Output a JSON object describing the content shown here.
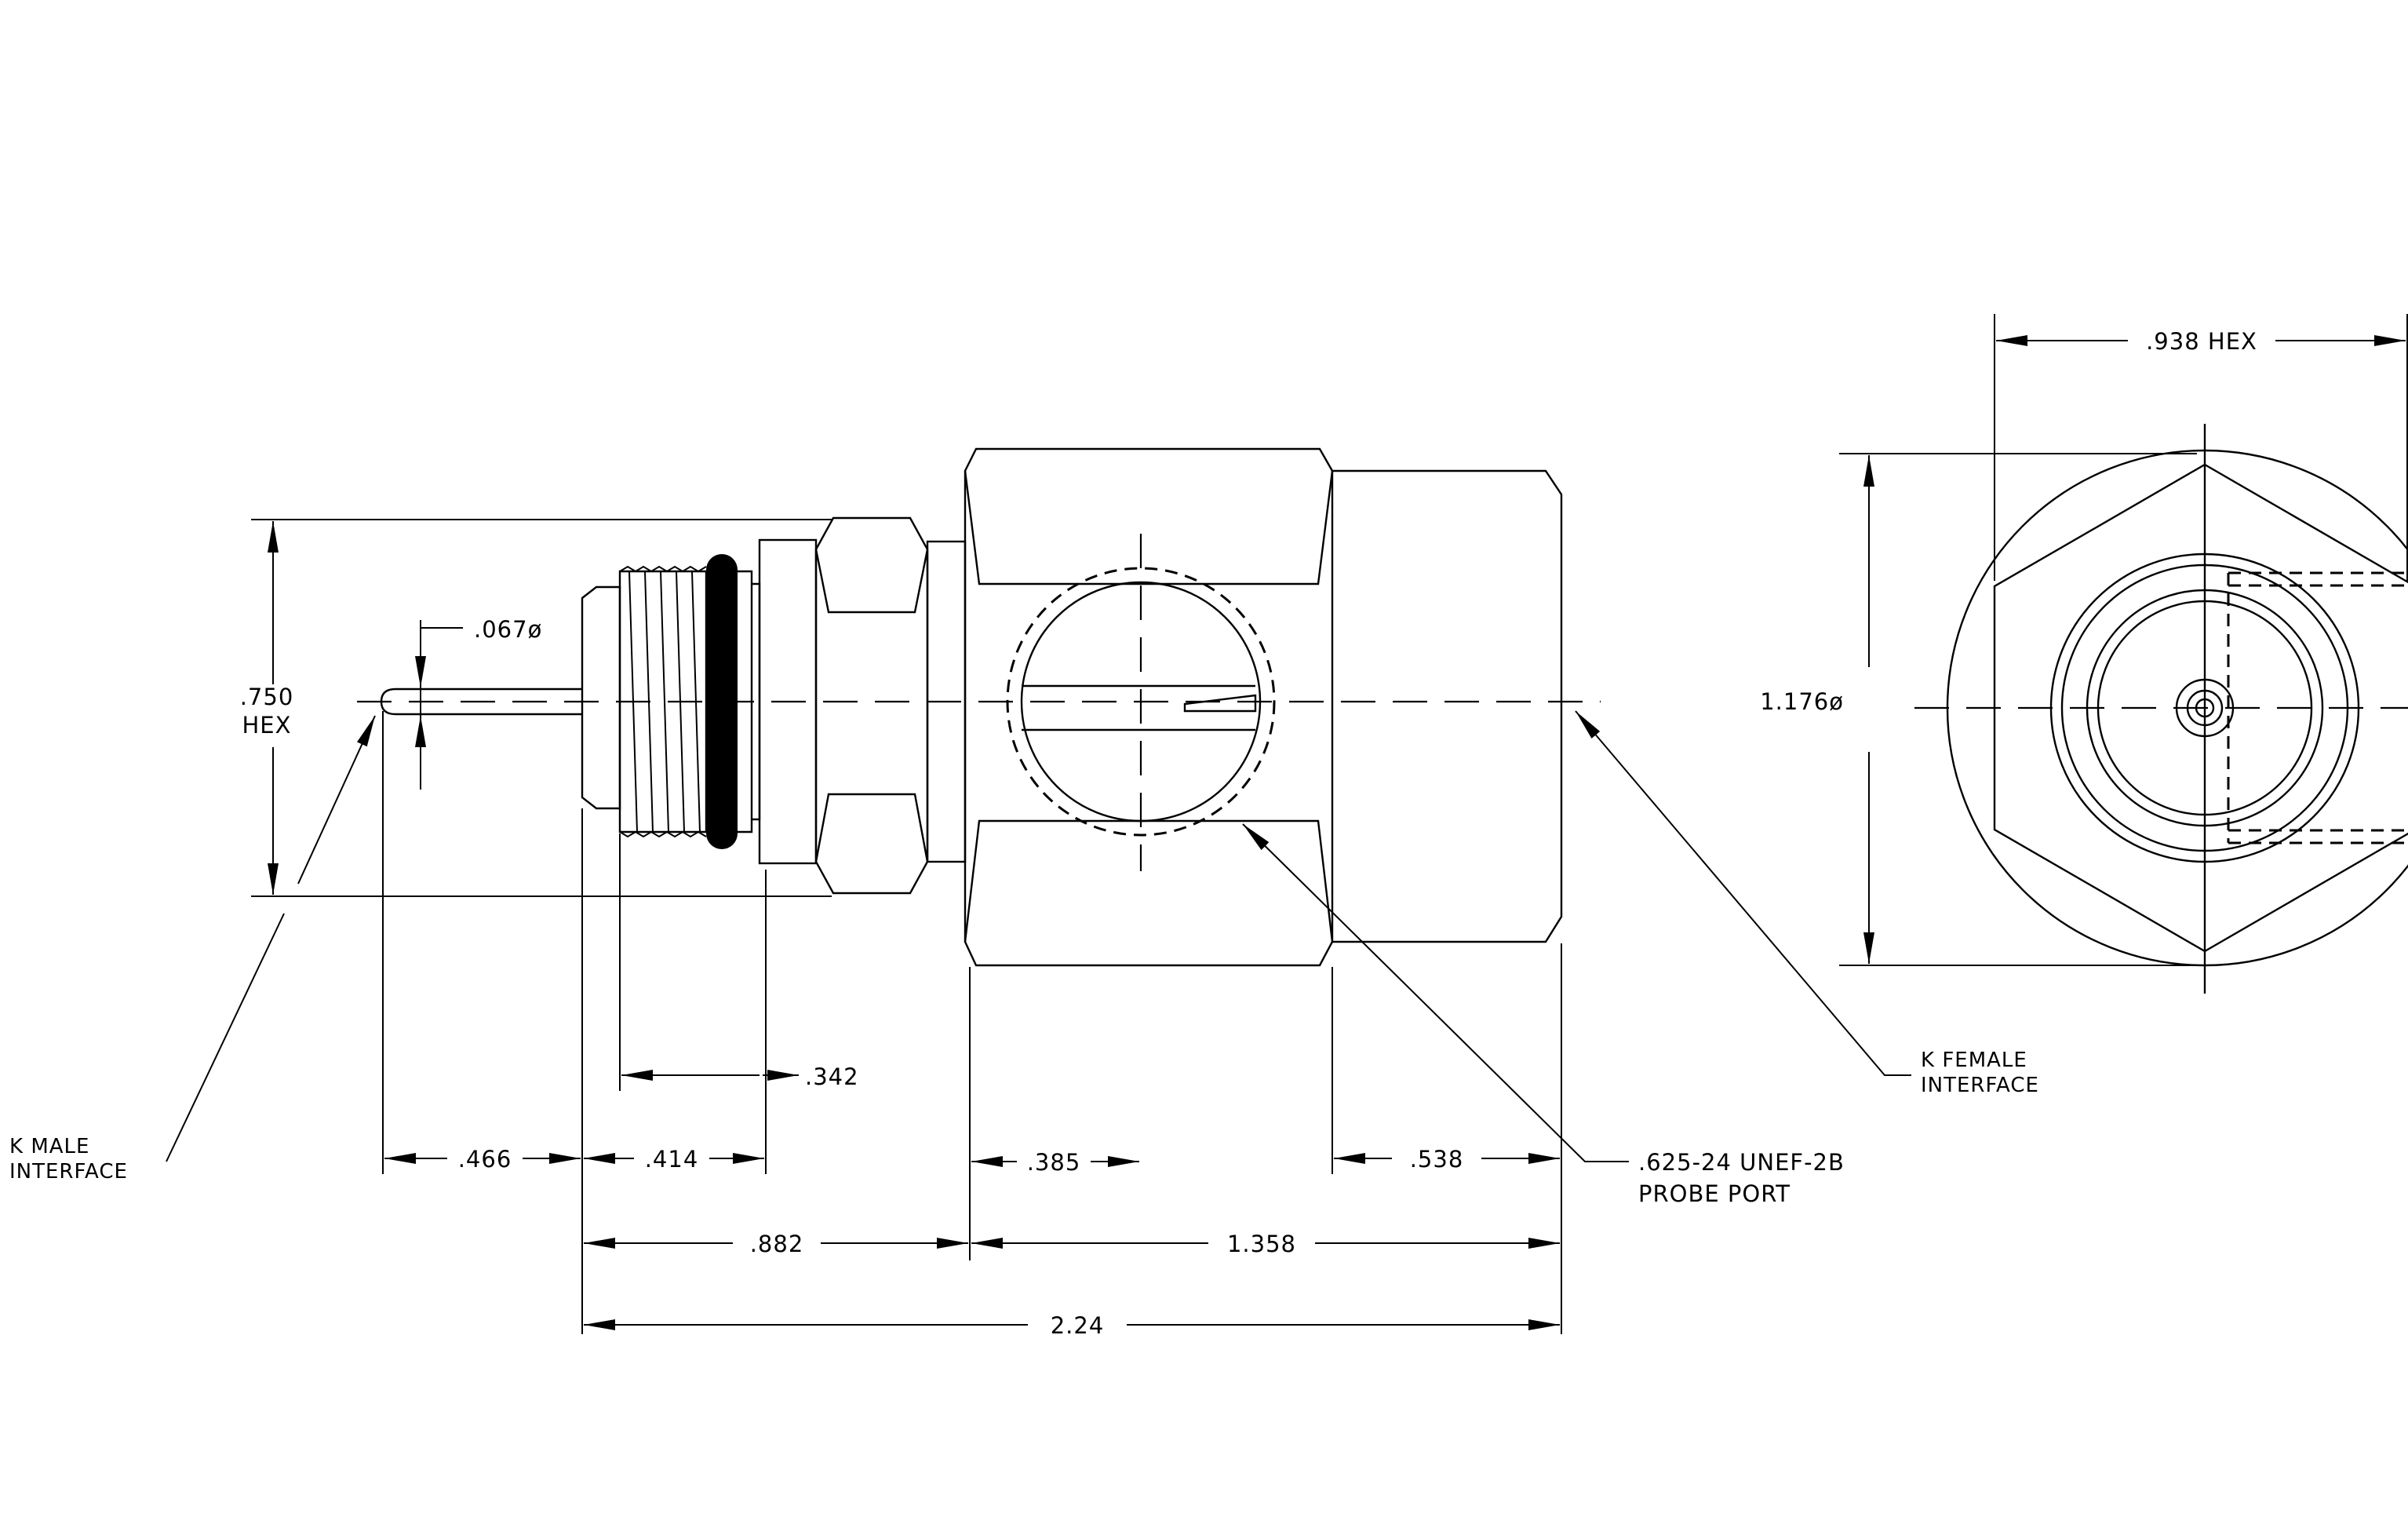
{
  "dimensions": {
    "pin_diameter": ".067ø",
    "hex_small_value": ".750",
    "hex_small_unit": "HEX",
    "pin_length": ".466",
    "thread_length": ".414",
    "thread_pitch_length": ".342",
    "probe_offset": ".385",
    "female_length": ".538",
    "male_body_length": ".882",
    "female_body_length": "1.358",
    "overall_length": "2.24",
    "end_view_hex": ".938 HEX",
    "end_view_diameter": "1.176ø"
  },
  "callouts": {
    "male_line1": "K MALE",
    "male_line2": "INTERFACE",
    "female_line1": "K FEMALE",
    "female_line2": "INTERFACE",
    "probe_line1": ".625-24 UNEF-2B",
    "probe_line2": "PROBE PORT"
  }
}
